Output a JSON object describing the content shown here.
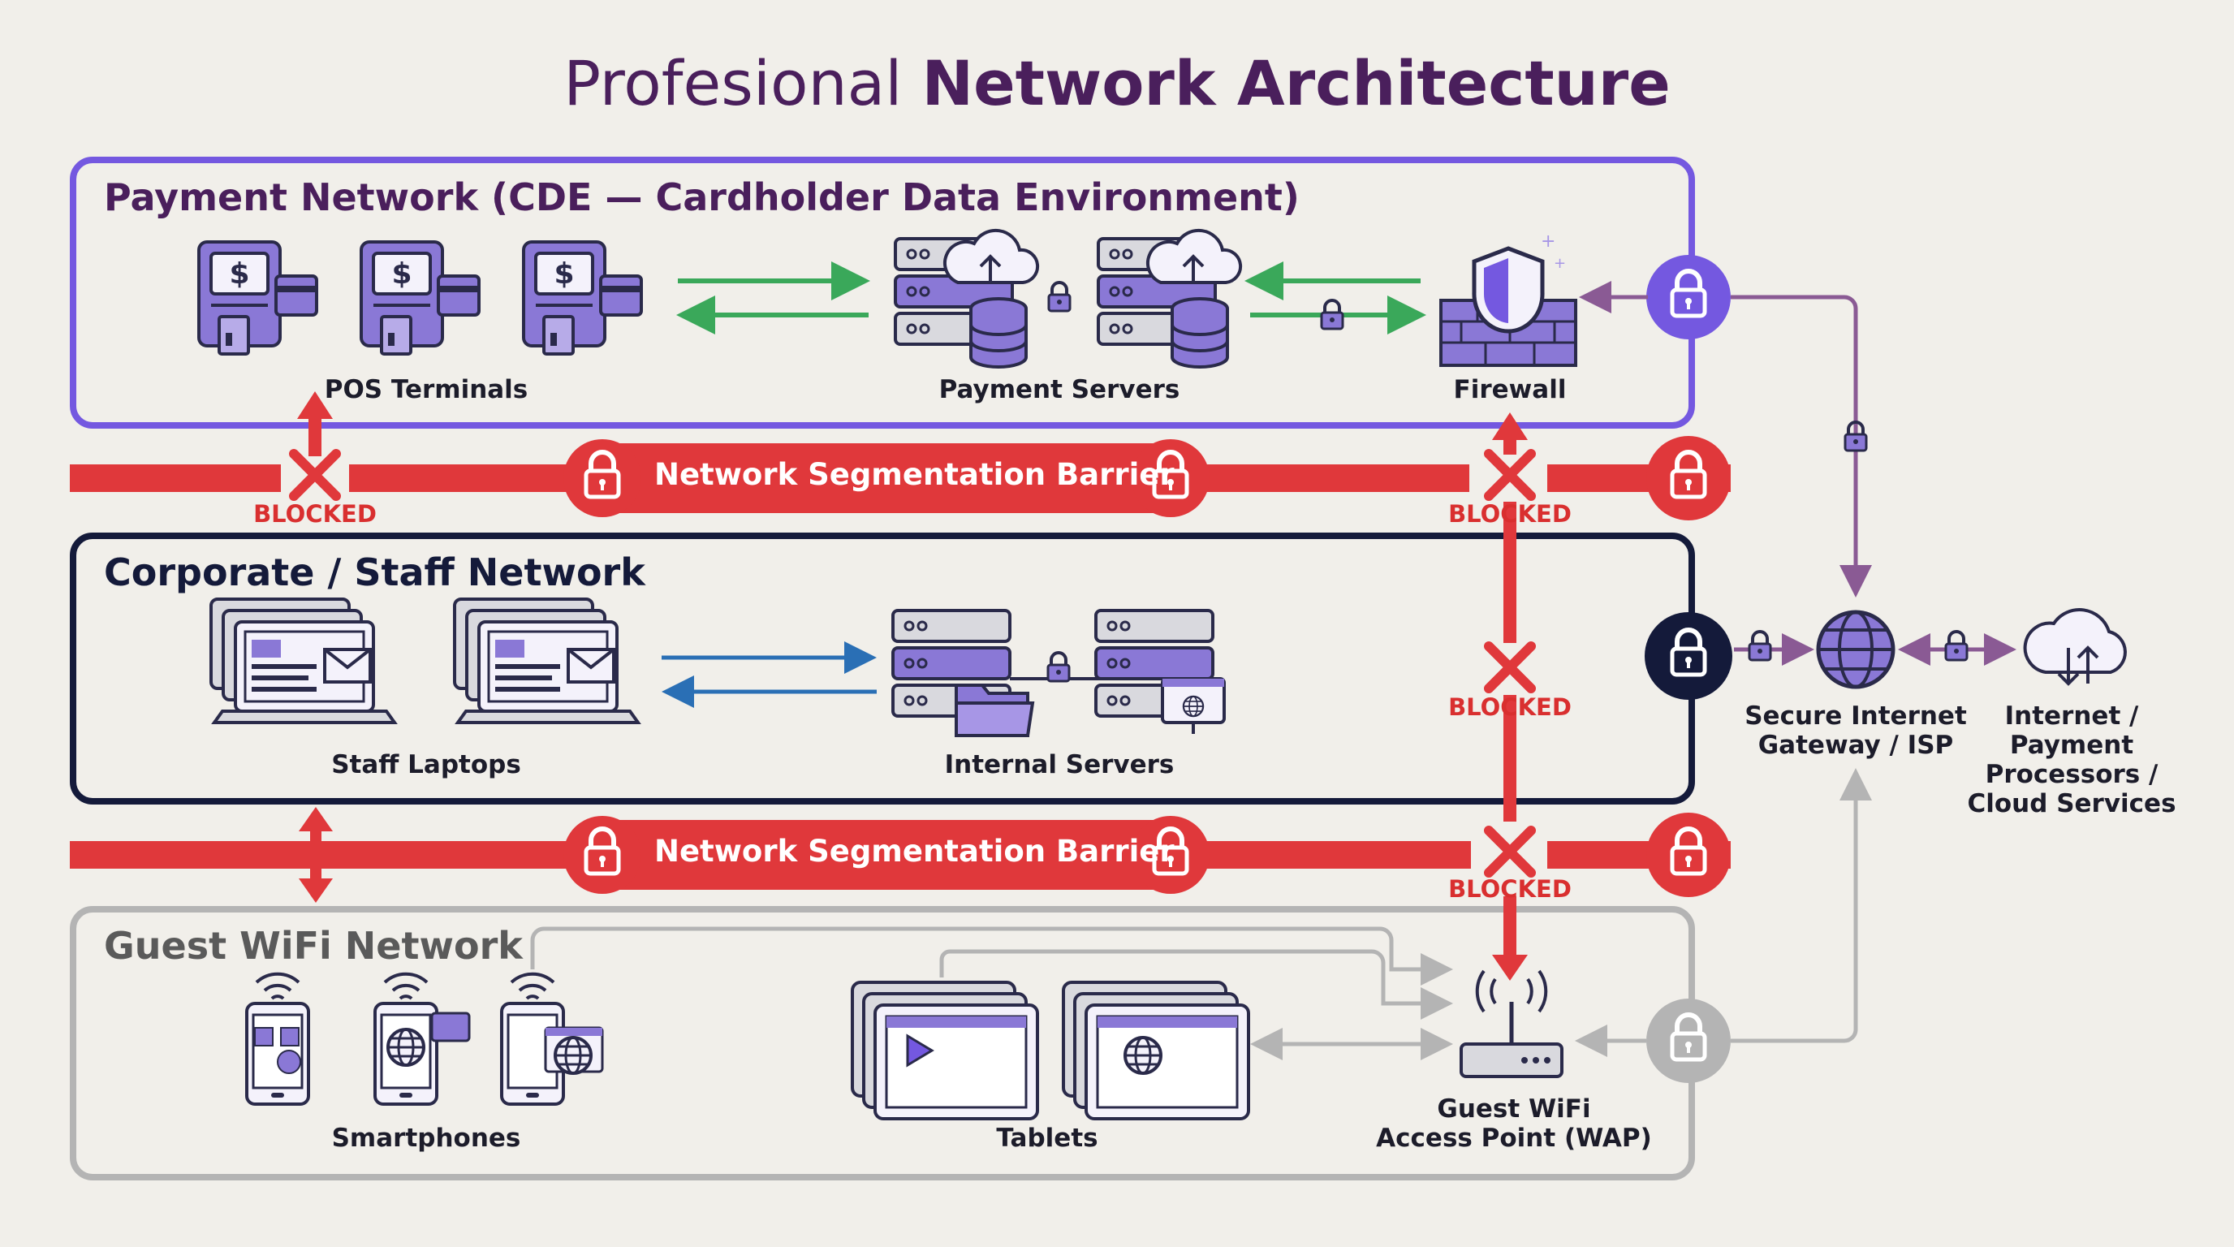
{
  "title": {
    "prefix": "Profesional",
    "bold": "Network Architecture"
  },
  "zones": {
    "payment": {
      "title": "Payment Network (CDE — Cardholder Data Environment)"
    },
    "corporate": {
      "title": "Corporate / Staff Network"
    },
    "guest": {
      "title": "Guest WiFi Network"
    }
  },
  "barriers": [
    {
      "label": "Network Segmentation Barrier"
    },
    {
      "label": "Network Segmentation Barrier"
    }
  ],
  "blocked_label": "BLOCKED",
  "nodes": {
    "pos_terminals": "POS Terminals",
    "payment_servers": "Payment Servers",
    "firewall": "Firewall",
    "staff_laptops": "Staff Laptops",
    "internal_servers": "Internal Servers",
    "smartphones": "Smartphones",
    "tablets": "Tablets",
    "wap_line1": "Guest WiFi",
    "wap_line2": "Access Point (WAP)",
    "gateway_line1": "Secure Internet",
    "gateway_line2": "Gateway / ISP",
    "internet_line1": "Internet /",
    "internet_line2": "Payment",
    "internet_line3": "Processors /",
    "internet_line4": "Cloud Services"
  },
  "colors": {
    "payment": "#7458e0",
    "corporate": "#141a3a",
    "guest": "#b4b4b4",
    "barrier": "#e0383b",
    "green_arrow": "#3aa85a",
    "blue_arrow": "#2a6fb5",
    "purple_line": "#8a5a94",
    "icon_fill": "#8a78d6",
    "icon_stroke": "#2a2a4a"
  },
  "icons": [
    "pos-terminal-icon",
    "server-icon",
    "cloud-upload-icon",
    "database-icon",
    "firewall-shield-icon",
    "lock-icon",
    "laptop-icon",
    "email-icon",
    "folder-icon",
    "globe-icon",
    "smartphone-icon",
    "tablet-icon",
    "wifi-router-icon",
    "cloud-icon",
    "wifi-icon",
    "blocked-x-icon"
  ]
}
